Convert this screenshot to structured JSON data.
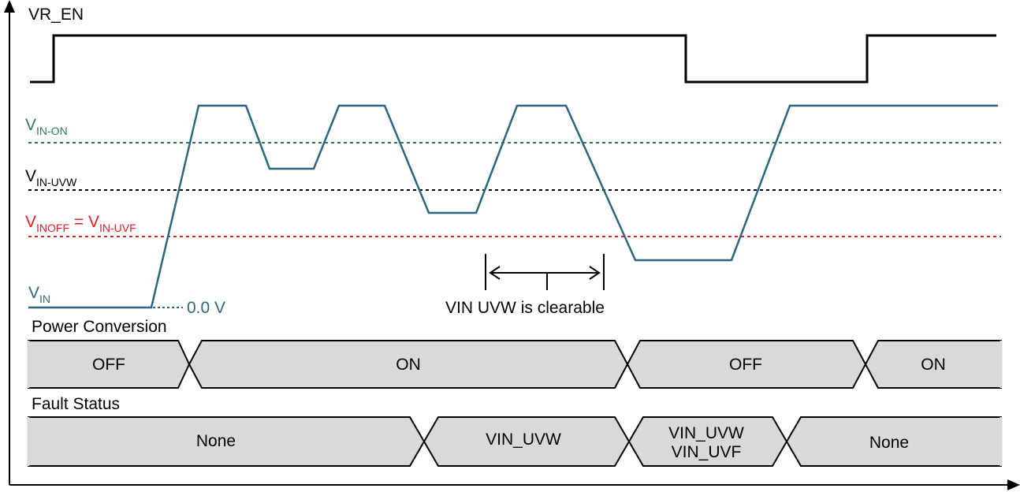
{
  "labels": {
    "vr_en": "VR_EN",
    "v_in_on_main": "V",
    "v_in_on_sub": "IN-ON",
    "v_in_uvw_main": "V",
    "v_in_uvw_sub": "IN-UVW",
    "v_inoff_main": "V",
    "v_inoff_sub": "INOFF",
    "v_inoff_eq": " = V",
    "v_in_uvf_sub": "IN-UVF",
    "v_in_main": "V",
    "v_in_sub": "IN",
    "zero_volt": "0.0 V",
    "clearable": "VIN UVW is clearable",
    "power_conversion": "Power Conversion",
    "fault_status": "Fault Status"
  },
  "power_conversion_states": [
    "OFF",
    "ON",
    "OFF",
    "ON"
  ],
  "fault_status_states": {
    "s1": "None",
    "s2": "VIN_UVW",
    "s3_line1": "VIN_UVW",
    "s3_line2": "VIN_UVF",
    "s4": "None"
  },
  "colors": {
    "vin_on": "#2e7d4f",
    "vin_uvw": "#000000",
    "vin_uvf": "#e41e25",
    "vin_waveform": "#2d6680",
    "bus_fill": "#d9d9d9",
    "axis": "#000000"
  }
}
